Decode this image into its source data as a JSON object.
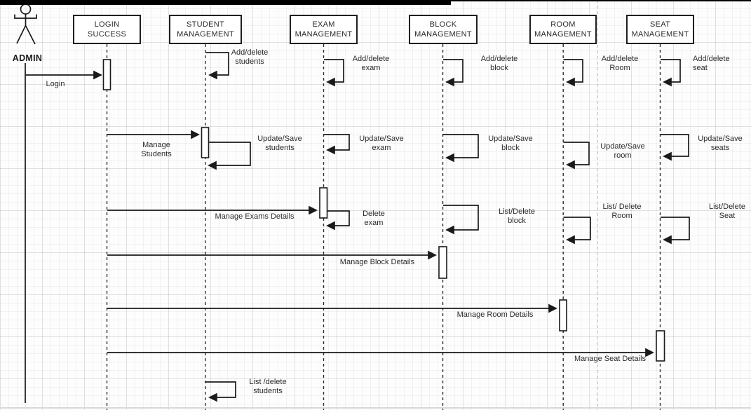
{
  "diagram_type": "uml-sequence-diagram",
  "actor": {
    "name": "ADMIN"
  },
  "lifelines": [
    {
      "id": "login",
      "title": "LOGIN\nSUCCESS"
    },
    {
      "id": "student",
      "title": "STUDENT\nMANAGEMENT"
    },
    {
      "id": "exam",
      "title": "EXAM\nMANAGEMENT"
    },
    {
      "id": "block",
      "title": "BLOCK\nMANAGEMENT"
    },
    {
      "id": "room",
      "title": "ROOM\nMANAGEMENT"
    },
    {
      "id": "seat",
      "title": "SEAT\nMANAGEMENT"
    }
  ],
  "messages": {
    "login": {
      "from": "ADMIN",
      "to": "LOGIN SUCCESS",
      "label": "Login"
    },
    "add_delete_students": {
      "self": "STUDENT MANAGEMENT",
      "label": "Add/delete\nstudents"
    },
    "add_delete_exam": {
      "self": "EXAM MANAGEMENT",
      "label": "Add/delete\nexam"
    },
    "add_delete_block": {
      "self": "BLOCK MANAGEMENT",
      "label": "Add/delete\nblock"
    },
    "add_delete_room": {
      "self": "ROOM MANAGEMENT",
      "label": "Add/delete\nRoom"
    },
    "add_delete_seat": {
      "self": "SEAT MANAGEMENT",
      "label": "Add/delete\nseat"
    },
    "manage_students": {
      "from": "LOGIN SUCCESS",
      "to": "STUDENT MANAGEMENT",
      "label": "Manage\nStudents"
    },
    "update_save_students": {
      "self": "STUDENT MANAGEMENT",
      "label": "Update/Save\nstudents"
    },
    "update_save_exam": {
      "self": "EXAM MANAGEMENT",
      "label": "Update/Save\nexam"
    },
    "update_save_block": {
      "self": "BLOCK MANAGEMENT",
      "label": "Update/Save\nblock"
    },
    "update_save_room": {
      "self": "ROOM MANAGEMENT",
      "label": "Update/Save\nroom"
    },
    "update_save_seats": {
      "self": "SEAT MANAGEMENT",
      "label": "Update/Save\nseats"
    },
    "manage_exams_details": {
      "from": "LOGIN SUCCESS",
      "to": "EXAM MANAGEMENT",
      "label": "Manage Exams Details"
    },
    "delete_exam": {
      "self": "EXAM MANAGEMENT",
      "label": "Delete\nexam"
    },
    "list_delete_block": {
      "self": "BLOCK MANAGEMENT",
      "label": "List/Delete\nblock"
    },
    "list_delete_room": {
      "self": "ROOM MANAGEMENT",
      "label": "List/ Delete\nRoom"
    },
    "list_delete_seat": {
      "self": "SEAT MANAGEMENT",
      "label": "List/Delete\nSeat"
    },
    "manage_block_details": {
      "from": "LOGIN SUCCESS",
      "to": "BLOCK MANAGEMENT",
      "label": "Manage Block Details"
    },
    "manage_room_details": {
      "from": "LOGIN SUCCESS",
      "to": "ROOM MANAGEMENT",
      "label": "Manage Room Details"
    },
    "manage_seat_details": {
      "from": "LOGIN SUCCESS",
      "to": "SEAT MANAGEMENT",
      "label": "Manage Seat Details"
    },
    "list_delete_students": {
      "self": "STUDENT MANAGEMENT",
      "label": "List /delete\nstudents"
    }
  },
  "colors": {
    "stroke": "#1a1a1a",
    "top_bar": "#000000",
    "grid": "#e8e8e8",
    "page_divider": "#c4c4c4"
  }
}
